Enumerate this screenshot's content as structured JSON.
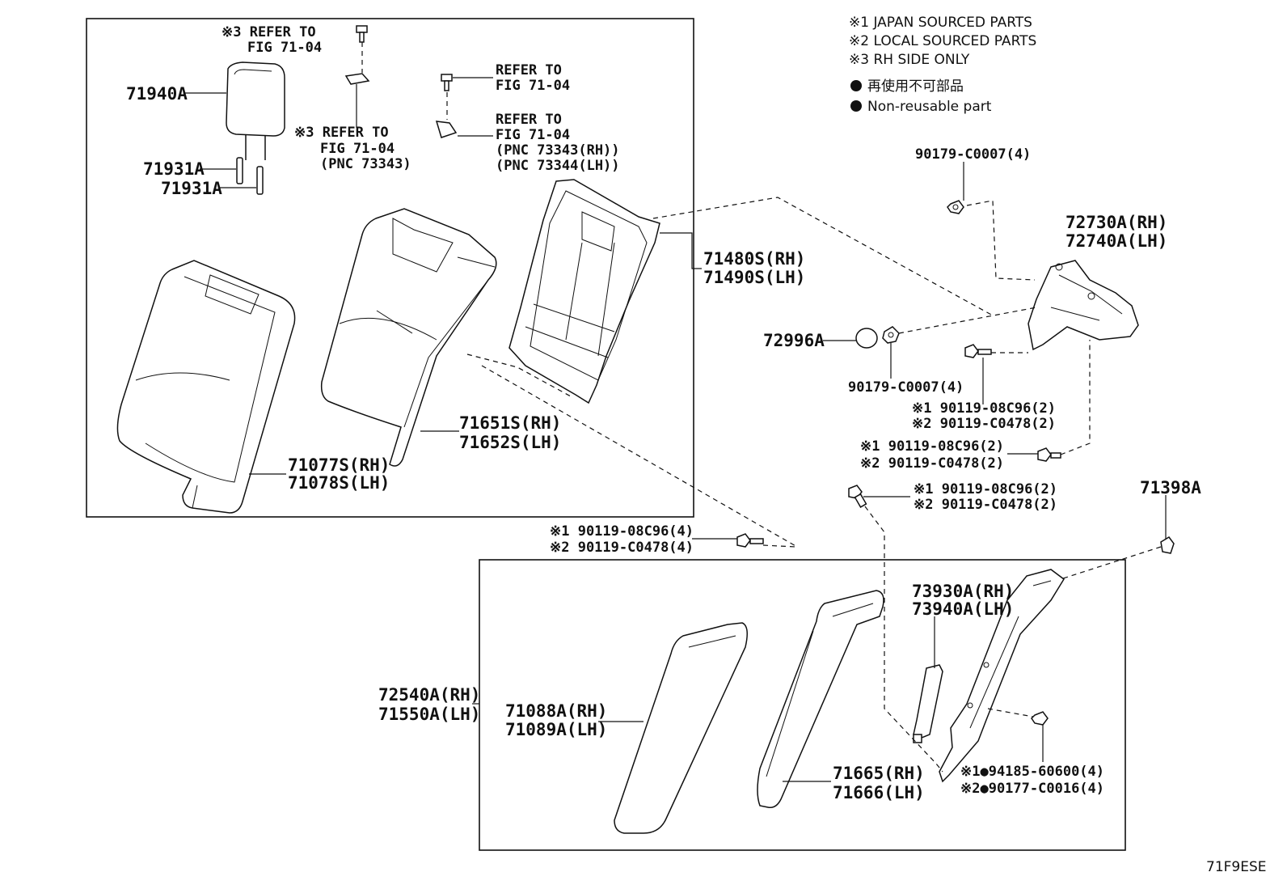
{
  "legend": {
    "note1": "※1 JAPAN SOURCED PARTS",
    "note2": "※2 LOCAL SOURCED PARTS",
    "note3": "※3 RH SIDE ONLY",
    "nonreusable_jp": "再使用不可部品",
    "nonreusable_en": "Non-reusable part"
  },
  "labels": {
    "headrest": "71940A",
    "support_a": "71931A",
    "support_b": "71931A",
    "ref1_a": "※3 REFER TO",
    "ref1_b": "FIG 71-04",
    "ref2_a": "※3 REFER TO",
    "ref2_b": "FIG 71-04",
    "ref2_c": "(PNC 73343)",
    "ref3_a": "REFER TO",
    "ref3_b": "FIG 71-04",
    "ref4_a": "REFER TO",
    "ref4_b": "FIG 71-04",
    "ref4_c": "(PNC 73343(RH))",
    "ref4_d": "(PNC 73344(LH))",
    "frame_rh": "71480S(RH)",
    "frame_lh": "71490S(LH)",
    "pad_rh": "71651S(RH)",
    "pad_lh": "71652S(LH)",
    "cover_rh": "71077S(RH)",
    "cover_lh": "71078S(LH)",
    "nut_top": "90179-C0007(4)",
    "hinge_rh": "72730A(RH)",
    "hinge_lh": "72740A(LH)",
    "cap": "72996A",
    "nut_mid": "90179-C0007(4)",
    "bolt1_j": "※1 90119-08C96(2)",
    "bolt1_l": "※2 90119-C0478(2)",
    "bolt2_j": "※1 90119-08C96(2)",
    "bolt2_l": "※2 90119-C0478(2)",
    "bolt3_j": "※1 90119-08C96(2)",
    "bolt3_l": "※2 90119-C0478(2)",
    "clip": "71398A",
    "bolt4_j": "※1 90119-08C96(4)",
    "bolt4_l": "※2 90119-C0478(4)",
    "arm_rh": "72540A(RH)",
    "arm_lh": "71550A(LH)",
    "armcover_rh": "71088A(RH)",
    "armcover_lh": "71089A(LH)",
    "armpad_rh": "71665(RH)",
    "armpad_lh": "71666(LH)",
    "board_rh": "73930A(RH)",
    "board_lh": "73940A(LH)",
    "screw_j": "※1●94185-60600(4)",
    "screw_l": "※2●90177-C0016(4)",
    "code": "71F9ESE"
  }
}
